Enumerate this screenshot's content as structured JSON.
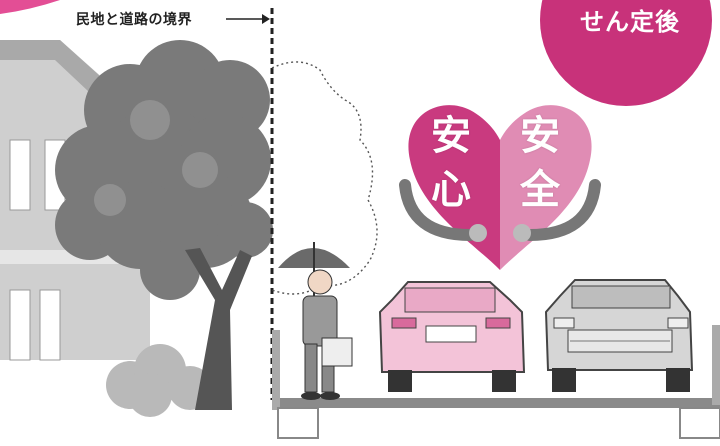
{
  "boundary_label": "民地と道路の境界",
  "badge": {
    "text": "せん定後",
    "color": "#c8327a"
  },
  "heart": {
    "left_chars": [
      "安",
      "心"
    ],
    "right_chars": [
      "安",
      "全"
    ],
    "left_color": "#c93a7f",
    "right_color": "#e08cb4"
  },
  "colors": {
    "tree": "#7a7a7a",
    "house": "#c9c9c9",
    "car_pink": "#f3c3d8",
    "car_gray": "#d6d6d6",
    "ground": "#8a8a8a"
  }
}
